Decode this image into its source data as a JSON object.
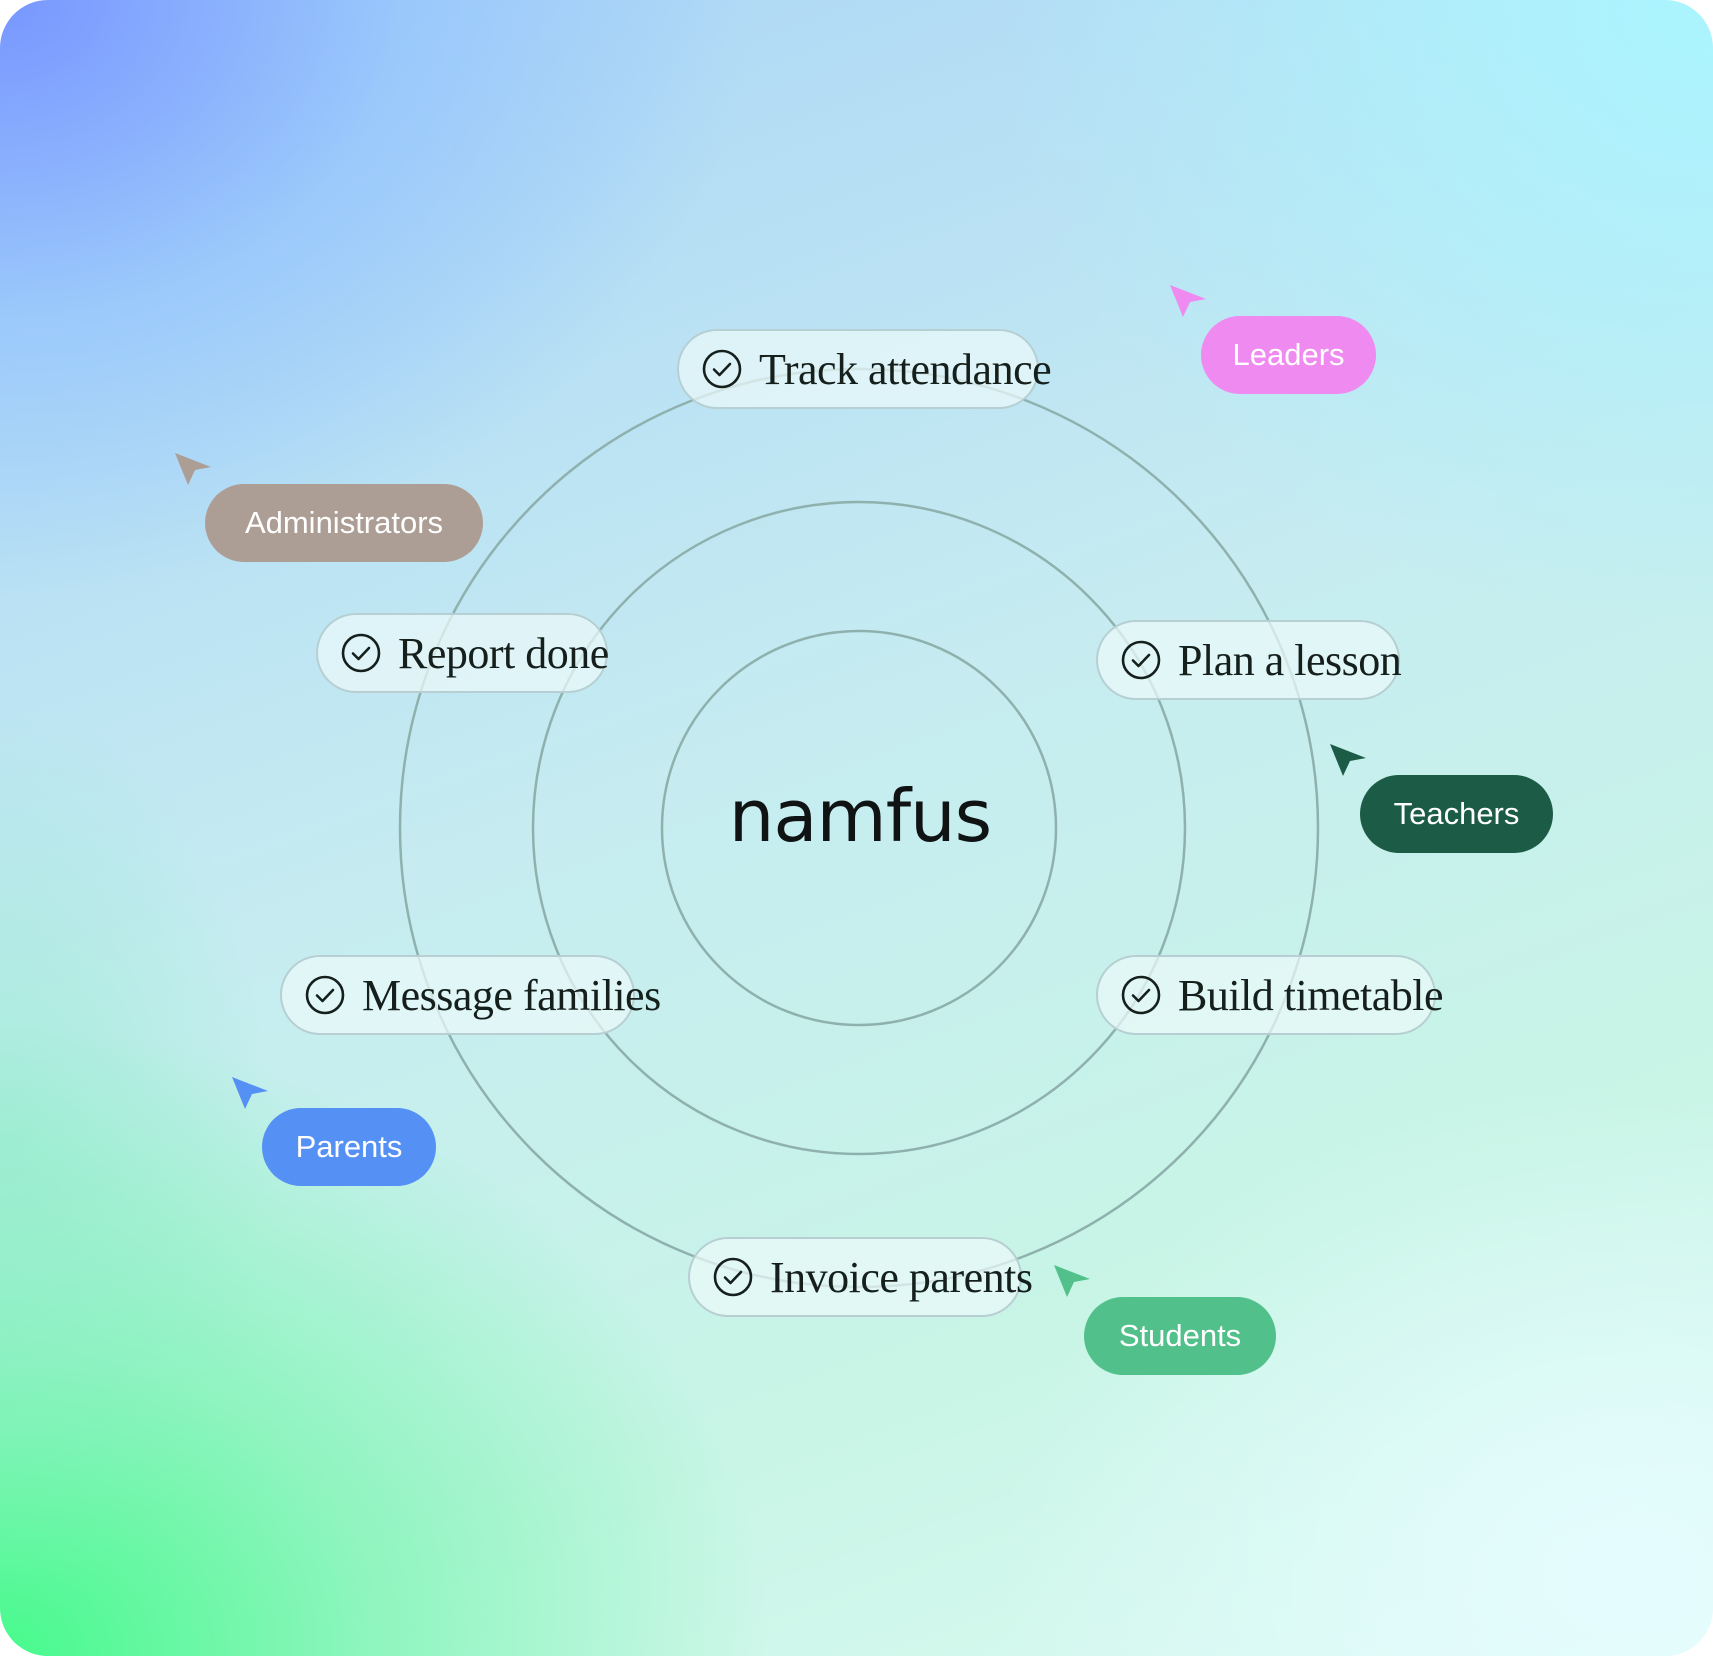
{
  "logo": "namfus",
  "tasks": [
    {
      "label": "Track attendance",
      "icon": "check-circle-icon"
    },
    {
      "label": "Plan a lesson",
      "icon": "check-circle-icon"
    },
    {
      "label": "Build timetable",
      "icon": "check-circle-icon"
    },
    {
      "label": "Invoice parents",
      "icon": "check-circle-icon"
    },
    {
      "label": "Message families",
      "icon": "check-circle-icon"
    },
    {
      "label": "Report done",
      "icon": "check-circle-icon"
    }
  ],
  "roles": [
    {
      "label": "Leaders",
      "color": "#ef8af0",
      "cursor_icon": "cursor-arrow-icon"
    },
    {
      "label": "Administrators",
      "color": "#ad9e95",
      "cursor_icon": "cursor-arrow-icon"
    },
    {
      "label": "Teachers",
      "color": "#1c5b45",
      "cursor_icon": "cursor-arrow-icon"
    },
    {
      "label": "Parents",
      "color": "#5591f5",
      "cursor_icon": "cursor-arrow-icon"
    },
    {
      "label": "Students",
      "color": "#52c08a",
      "cursor_icon": "cursor-arrow-icon"
    }
  ],
  "colors": {
    "ring": "#8fb1ae",
    "task_border": "#b4cdd2",
    "text": "#15201d"
  }
}
